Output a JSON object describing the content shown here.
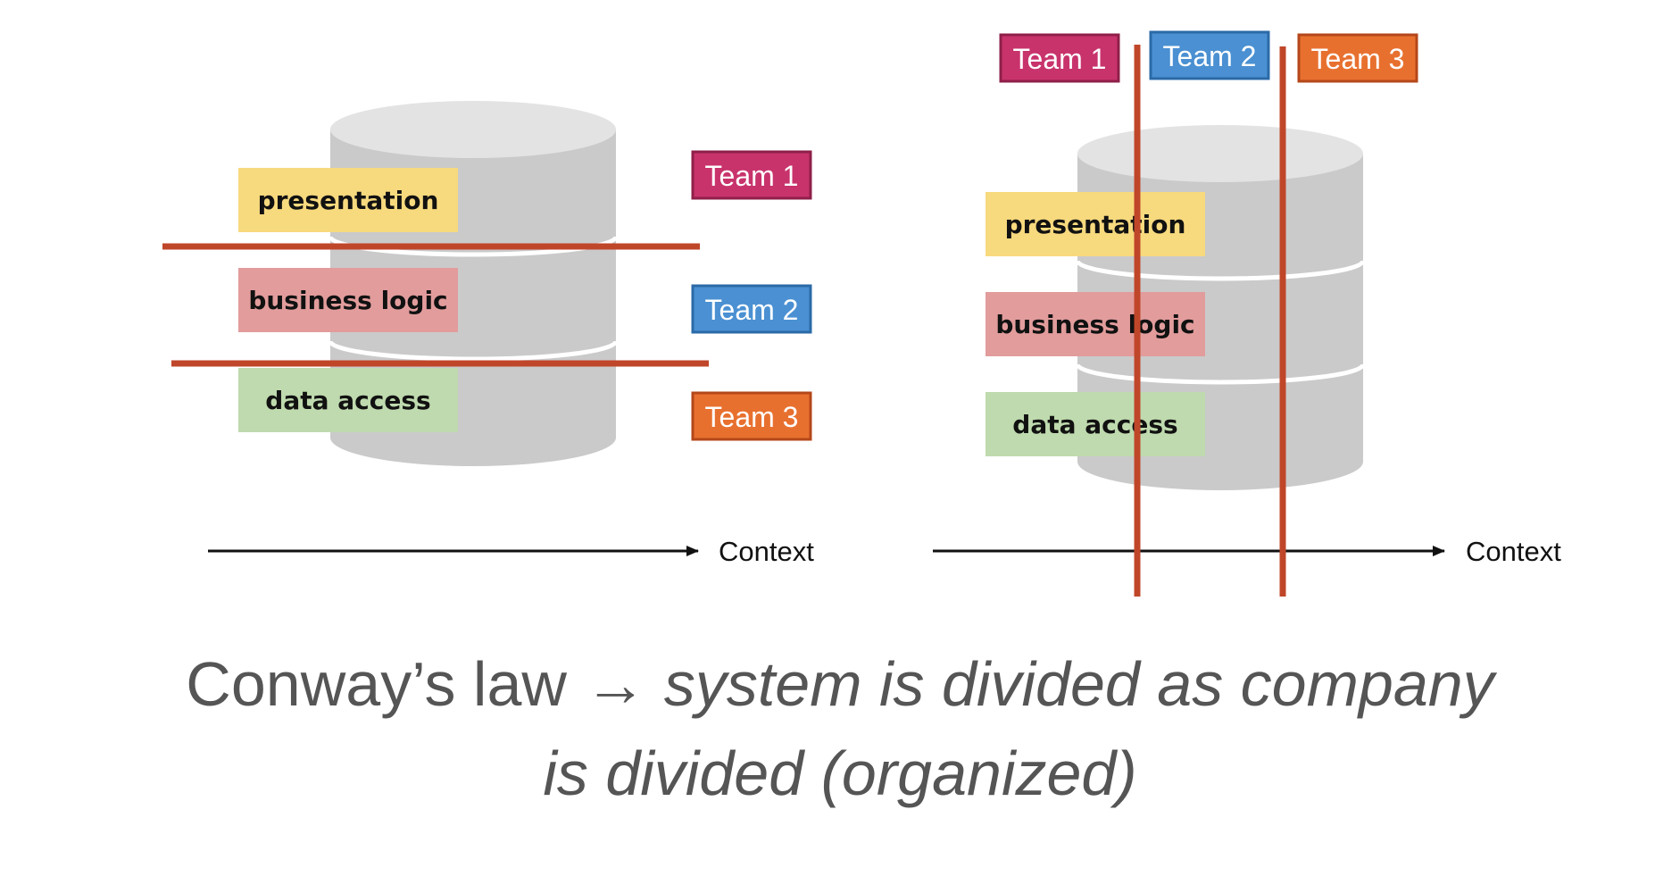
{
  "colors": {
    "cylinder_body": "#cacaca",
    "cylinder_top": "#e3e3e3",
    "divider_line": "#c0462a",
    "presentation": "#f7d97e",
    "business_logic": "#e29c9c",
    "data_access": "#bfdaae",
    "team1": "#c8336c",
    "team2": "#4a90d2",
    "team3": "#e8702f"
  },
  "layers": {
    "presentation": "presentation",
    "business_logic": "business logic",
    "data_access": "data access"
  },
  "teams": {
    "team1": "Team 1",
    "team2": "Team 2",
    "team3": "Team 3"
  },
  "axis": {
    "label": "Context"
  },
  "caption": {
    "prefix": "Conway’s law → ",
    "line1_italic": "system is divided as company",
    "line2_italic": "is divided (organized)"
  }
}
